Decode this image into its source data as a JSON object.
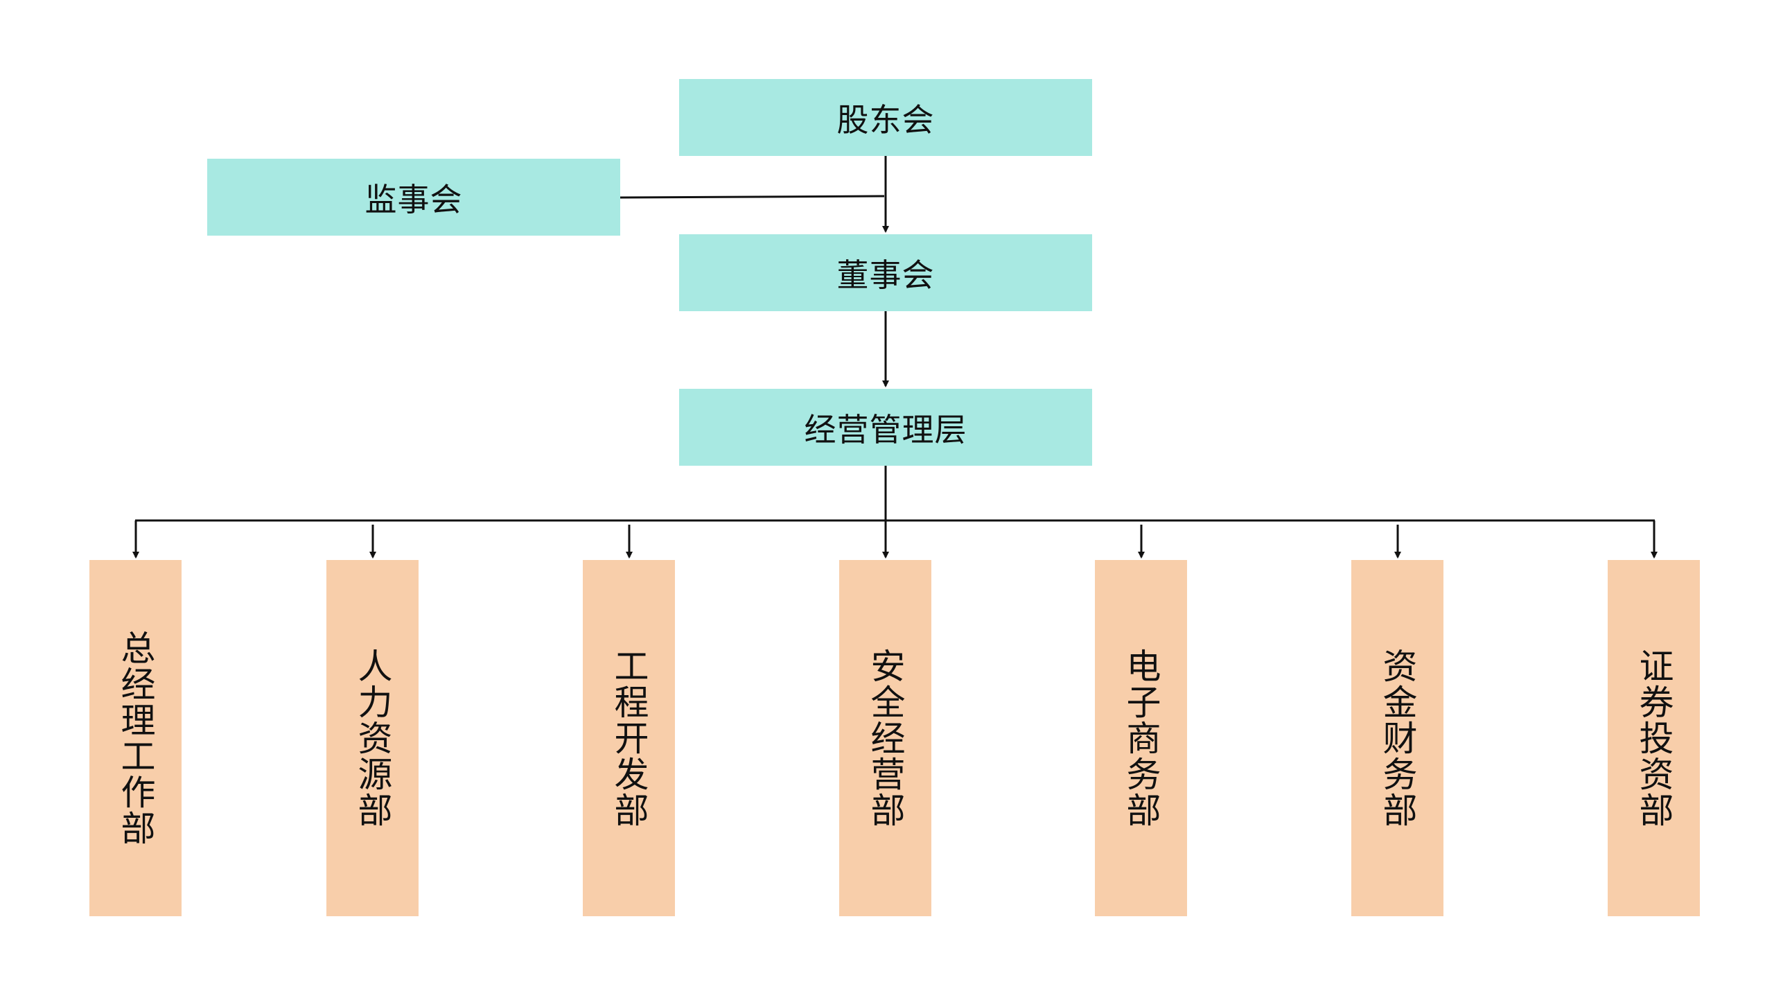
{
  "nodes": {
    "shareholders": "股东会",
    "supervisors": "监事会",
    "board": "董事会",
    "management": "经营管理层"
  },
  "departments": [
    "总经理工作部",
    "人力资源部",
    "工程开发部",
    "安全经营部",
    "电子商务部",
    "资金财务部",
    "证券投资部"
  ],
  "colors": {
    "top_fill": "#a8e9e2",
    "dept_fill": "#f8ceaa",
    "line": "#111111"
  }
}
